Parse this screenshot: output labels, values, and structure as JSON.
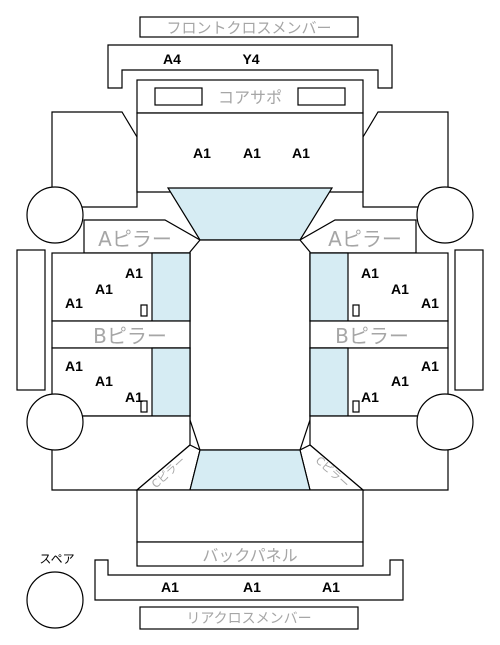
{
  "front_cross_member": "フロントクロスメンバー",
  "front_grades": [
    "A4",
    "Y4"
  ],
  "core_support": "コアサポ",
  "roof_grades": [
    "A1",
    "A1",
    "A1"
  ],
  "a_pillar_left": "Aピラー",
  "a_pillar_right": "Aピラー",
  "b_pillar_left": "Bピラー",
  "b_pillar_right": "Bピラー",
  "left_front_door": [
    "A1",
    "A1",
    "A1"
  ],
  "right_front_door": [
    "A1",
    "A1",
    "A1"
  ],
  "left_rear_door": [
    "A1",
    "A1",
    "A1"
  ],
  "right_rear_door": [
    "A1",
    "A1",
    "A1"
  ],
  "left_c_pillar": "Cピラー",
  "right_c_pillar": "Cピラー",
  "back_panel": "バックパネル",
  "rear_grades": [
    "A1",
    "A1",
    "A1"
  ],
  "rear_cross_member": "リアクロスメンバー",
  "spare": "スペア",
  "colors": {
    "glass": "#d6ecf3",
    "label_gray": "#a6a6a6",
    "line": "#000000"
  }
}
